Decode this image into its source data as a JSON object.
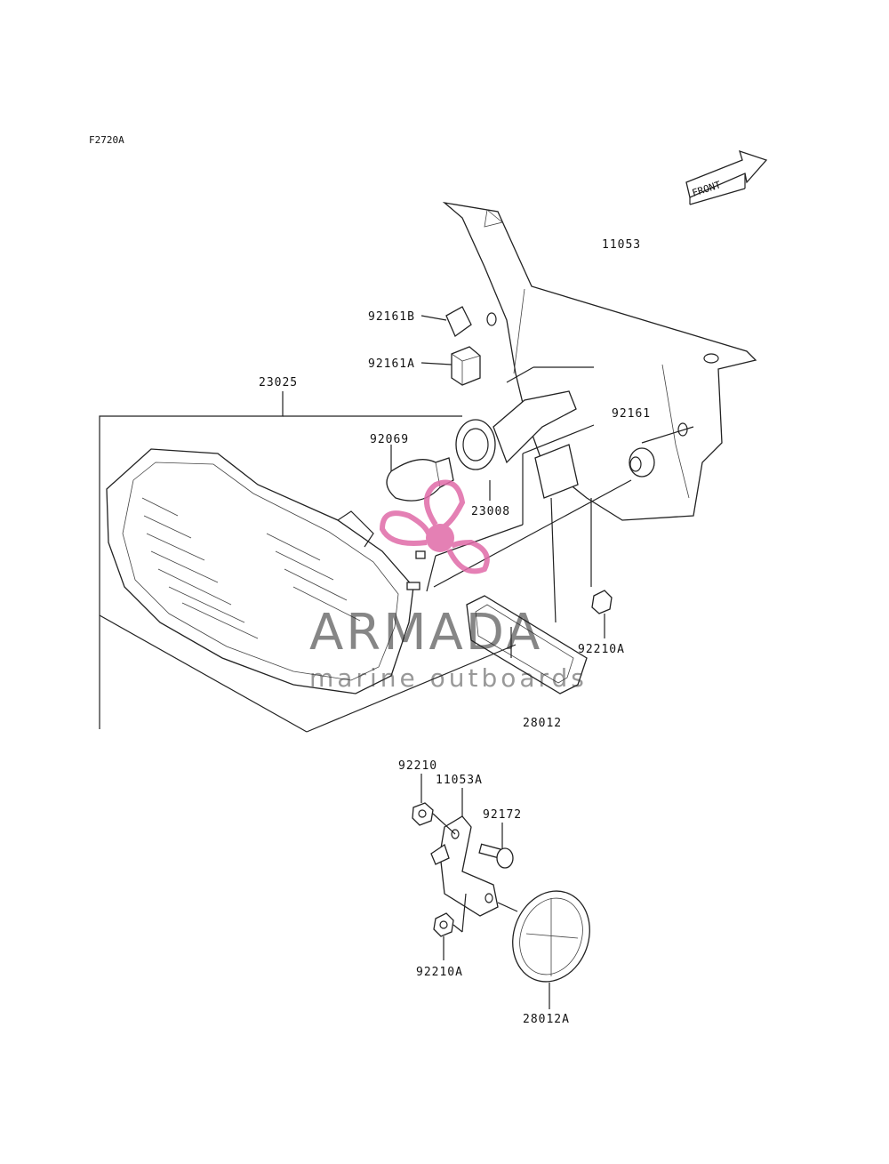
{
  "figure_code": "F2720A",
  "front_arrow_text": "FRONT",
  "parts": {
    "p11053": "11053",
    "p92161B": "92161B",
    "p92161A": "92161A",
    "p23025": "23025",
    "p92161": "92161",
    "p92069": "92069",
    "p23008": "23008",
    "p92210A_top": "92210A",
    "p28012": "28012",
    "p92210": "92210",
    "p11053A": "11053A",
    "p92172": "92172",
    "p92210A_bottom": "92210A",
    "p28012A": "28012A"
  },
  "watermark": {
    "brand": "ARMADA",
    "tagline": "marine outboards",
    "logo_color": "#e06aa8"
  }
}
